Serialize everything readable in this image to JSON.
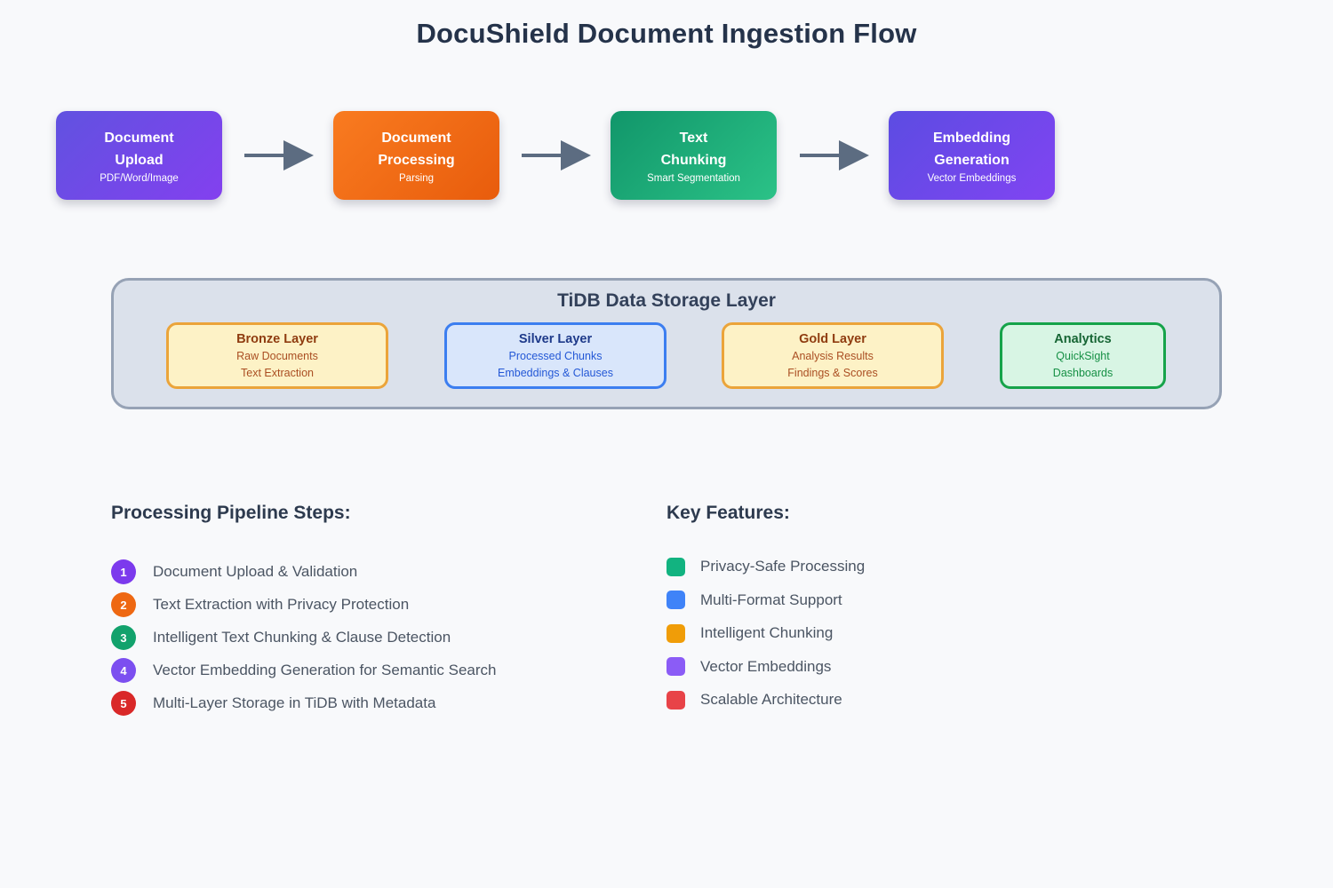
{
  "title": "DocuShield Document Ingestion Flow",
  "flow": {
    "arrow_color": "#5c6c81",
    "nodes": [
      {
        "line1": "Document",
        "line2": "Upload",
        "subtitle": "PDF/Word/Image",
        "colors": {
          "from": "#6152e0",
          "to": "#8340ef"
        }
      },
      {
        "line1": "Document",
        "line2": "Processing",
        "subtitle": "Parsing",
        "colors": {
          "from": "#f97b20",
          "to": "#e85c0c"
        }
      },
      {
        "line1": "Text",
        "line2": "Chunking",
        "subtitle": "Smart Segmentation",
        "colors": {
          "from": "#11966a",
          "to": "#2bc287"
        }
      },
      {
        "line1": "Embedding",
        "line2": "Generation",
        "subtitle": "Vector Embeddings",
        "colors": {
          "from": "#5c4ce2",
          "to": "#8144f2"
        }
      }
    ]
  },
  "storage": {
    "title": "TiDB Data Storage Layer",
    "container_bg": "#dbe1eb",
    "container_border": "#96a2b5",
    "boxes": [
      {
        "title": "Bronze Layer",
        "line1": "Raw Documents",
        "line2": "Text Extraction",
        "bg": "#fdf2c6",
        "border": "#eba43a",
        "title_color": "#8f3c10",
        "text_color": "#aa4e22"
      },
      {
        "title": "Silver Layer",
        "line1": "Processed Chunks",
        "line2": "Embeddings & Clauses",
        "bg": "#d9e6fb",
        "border": "#3c7ef0",
        "title_color": "#1e3a8a",
        "text_color": "#2458d6"
      },
      {
        "title": "Gold Layer",
        "line1": "Analysis Results",
        "line2": "Findings & Scores",
        "bg": "#fdf2c6",
        "border": "#eba43a",
        "title_color": "#8f3c10",
        "text_color": "#aa4e22"
      },
      {
        "title": "Analytics",
        "line1": "QuickSight",
        "line2": "Dashboards",
        "bg": "#d8f5e4",
        "border": "#16a34a",
        "title_color": "#166534",
        "text_color": "#169045"
      }
    ]
  },
  "pipeline": {
    "heading": "Processing Pipeline Steps:",
    "steps": [
      {
        "number": "1",
        "label": "Document Upload & Validation",
        "color": "#7c3aed"
      },
      {
        "number": "2",
        "label": "Text Extraction with Privacy Protection",
        "color": "#ee6812"
      },
      {
        "number": "3",
        "label": "Intelligent Text Chunking & Clause Detection",
        "color": "#12a26c"
      },
      {
        "number": "4",
        "label": "Vector Embedding Generation for Semantic Search",
        "color": "#7c4ff0"
      },
      {
        "number": "5",
        "label": "Multi-Layer Storage in TiDB with Metadata",
        "color": "#d92828"
      }
    ]
  },
  "features": {
    "heading": "Key Features:",
    "items": [
      {
        "label": "Privacy-Safe Processing",
        "color": "#12b380"
      },
      {
        "label": "Multi-Format Support",
        "color": "#3f83f8"
      },
      {
        "label": "Intelligent Chunking",
        "color": "#f09d08"
      },
      {
        "label": "Vector Embeddings",
        "color": "#8b5cf6"
      },
      {
        "label": "Scalable Architecture",
        "color": "#e84348"
      }
    ]
  }
}
